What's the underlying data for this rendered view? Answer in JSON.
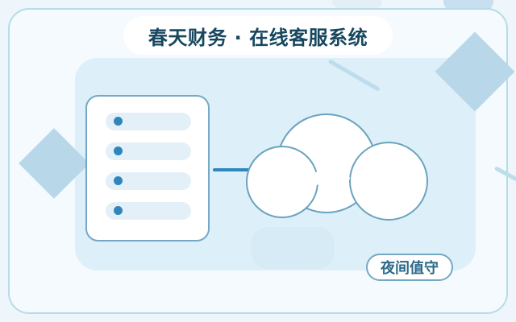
{
  "header": {
    "title": "春天财务 · 在线客服系统"
  },
  "status": {
    "badge_label": "夜间值守"
  },
  "visual": {
    "server_rows": 4,
    "accent_color": "#2f86bd",
    "outline_color": "#73a9c4",
    "decor_color": "#b8d8ea",
    "icons": [
      "server-stack-icon",
      "cloud-icon",
      "connector-line"
    ]
  }
}
